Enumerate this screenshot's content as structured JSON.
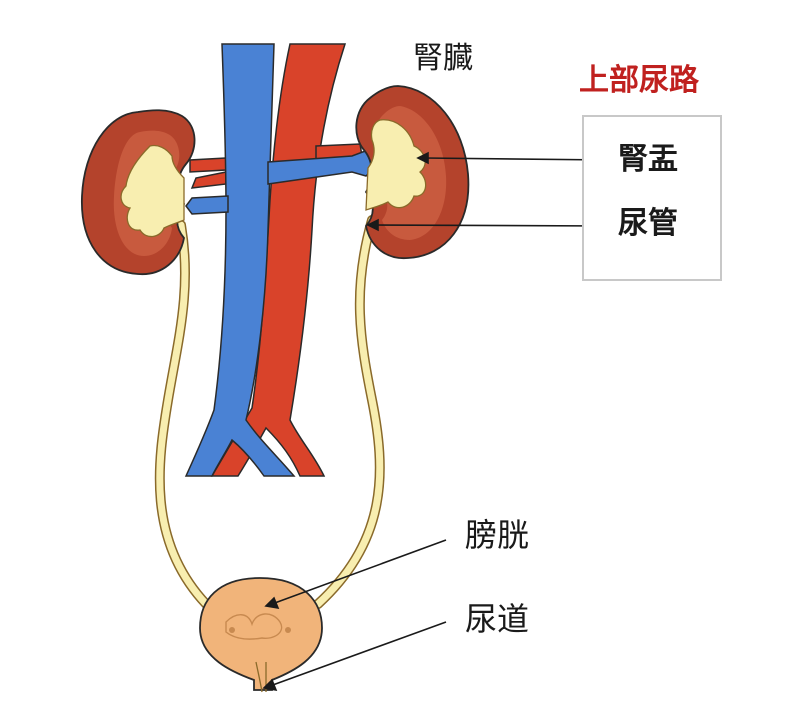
{
  "labels": {
    "kidney": "腎臓",
    "bladder": "膀胱",
    "urethra": "尿道"
  },
  "upper_tract": {
    "title": "上部尿路",
    "items": [
      "腎盂",
      "尿管"
    ]
  },
  "colors": {
    "title_red": "#c0211f",
    "kidney_cortex": "#b4432c",
    "pelvis_yellow": "#f8eeb0",
    "vein_blue": "#4a82d4",
    "artery_red": "#d9432a",
    "bladder_orange": "#f1b47a",
    "box_border": "#c8c8c8"
  }
}
